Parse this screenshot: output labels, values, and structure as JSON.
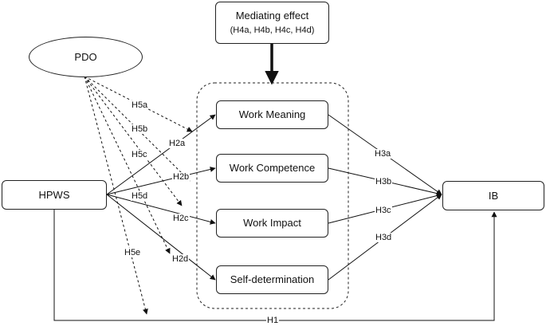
{
  "nodes": {
    "mediating": {
      "title": "Mediating effect",
      "subtitle": "(H4a, H4b, H4c, H4d)"
    },
    "pdo": "PDO",
    "hpws": "HPWS",
    "work_meaning": "Work Meaning",
    "work_competence": "Work Competence",
    "work_impact": "Work Impact",
    "self_determination": "Self-determination",
    "ib": "IB"
  },
  "paths": {
    "h1": "H1",
    "h2a": "H2a",
    "h2b": "H2b",
    "h2c": "H2c",
    "h2d": "H2d",
    "h3a": "H3a",
    "h3b": "H3b",
    "h3c": "H3c",
    "h3d": "H3d",
    "h5a": "H5a",
    "h5b": "H5b",
    "h5c": "H5c",
    "h5d": "H5d",
    "h5e": "H5e"
  }
}
